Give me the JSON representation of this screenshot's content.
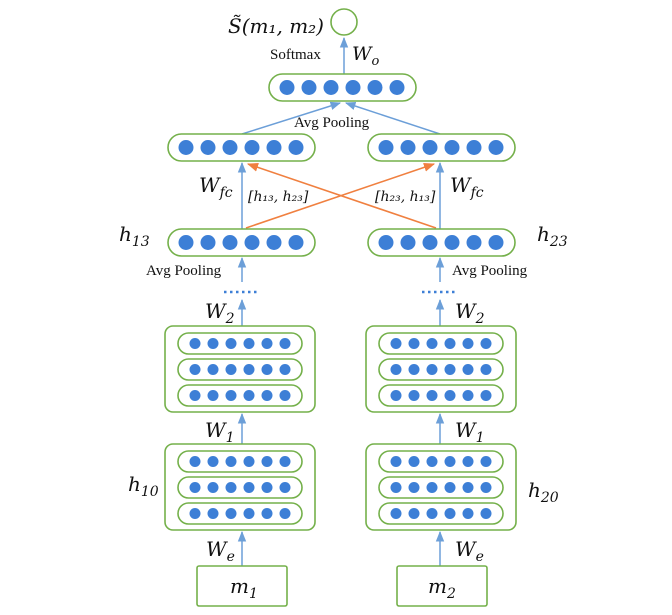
{
  "labels": {
    "output": "S̃(m₁, m₂)",
    "softmax": "Softmax",
    "w_o": "W",
    "w_o_sub": "o",
    "avg_pool_top": "Avg Pooling",
    "w_fc_left": "W",
    "w_fc_left_sub": "fc",
    "w_fc_right": "W",
    "w_fc_right_sub": "fc",
    "concat_left": "[h₁₃, h₂₃]",
    "concat_right": "[h₂₃, h₁₃]",
    "h13": "h",
    "h13_sub": "13",
    "h23": "h",
    "h23_sub": "23",
    "avg_pool_left": "Avg Pooling",
    "avg_pool_right": "Avg Pooling",
    "w2_left": "W",
    "w2_left_sub": "2",
    "w2_right": "W",
    "w2_right_sub": "2",
    "w1_left": "W",
    "w1_left_sub": "1",
    "w1_right": "W",
    "w1_right_sub": "1",
    "h10": "h",
    "h10_sub": "10",
    "h20": "h",
    "h20_sub": "20",
    "we_left": "W",
    "we_left_sub": "e",
    "we_right": "W",
    "we_right_sub": "e",
    "m1": "m",
    "m1_sub": "1",
    "m2": "m",
    "m2_sub": "2"
  },
  "colors": {
    "node": "#3d7fd6",
    "border": "#74b04a",
    "arrow_blue": "#6c9fd8",
    "arrow_orange": "#f08040"
  }
}
